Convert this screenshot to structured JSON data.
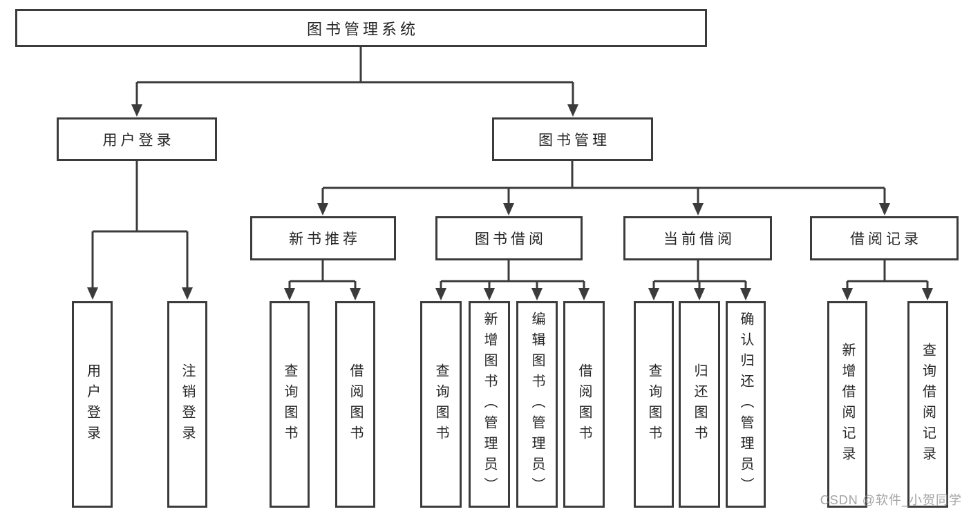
{
  "diagram": {
    "title": "图书管理系统",
    "branches": [
      {
        "label": "用户登录",
        "children": [
          {
            "label": "用户登录"
          },
          {
            "label": "注销登录"
          }
        ]
      },
      {
        "label": "图书管理",
        "children": [
          {
            "label": "新书推荐",
            "children": [
              {
                "label": "查询图书"
              },
              {
                "label": "借阅图书"
              }
            ]
          },
          {
            "label": "图书借阅",
            "children": [
              {
                "label": "查询图书"
              },
              {
                "label": "新增图书（管理员）"
              },
              {
                "label": "编辑图书（管理员）"
              },
              {
                "label": "借阅图书"
              }
            ]
          },
          {
            "label": "当前借阅",
            "children": [
              {
                "label": "查询图书"
              },
              {
                "label": "归还图书"
              },
              {
                "label": "确认归还（管理员）"
              }
            ]
          },
          {
            "label": "借阅记录",
            "children": [
              {
                "label": "新增借阅记录"
              },
              {
                "label": "查询借阅记录"
              }
            ]
          }
        ]
      }
    ]
  },
  "watermark": "CSDN @软件_小贺同学",
  "colors": {
    "stroke": "#3b3b3b",
    "text": "#262626",
    "background": "#ffffff",
    "watermark": "#8f8f8f"
  }
}
